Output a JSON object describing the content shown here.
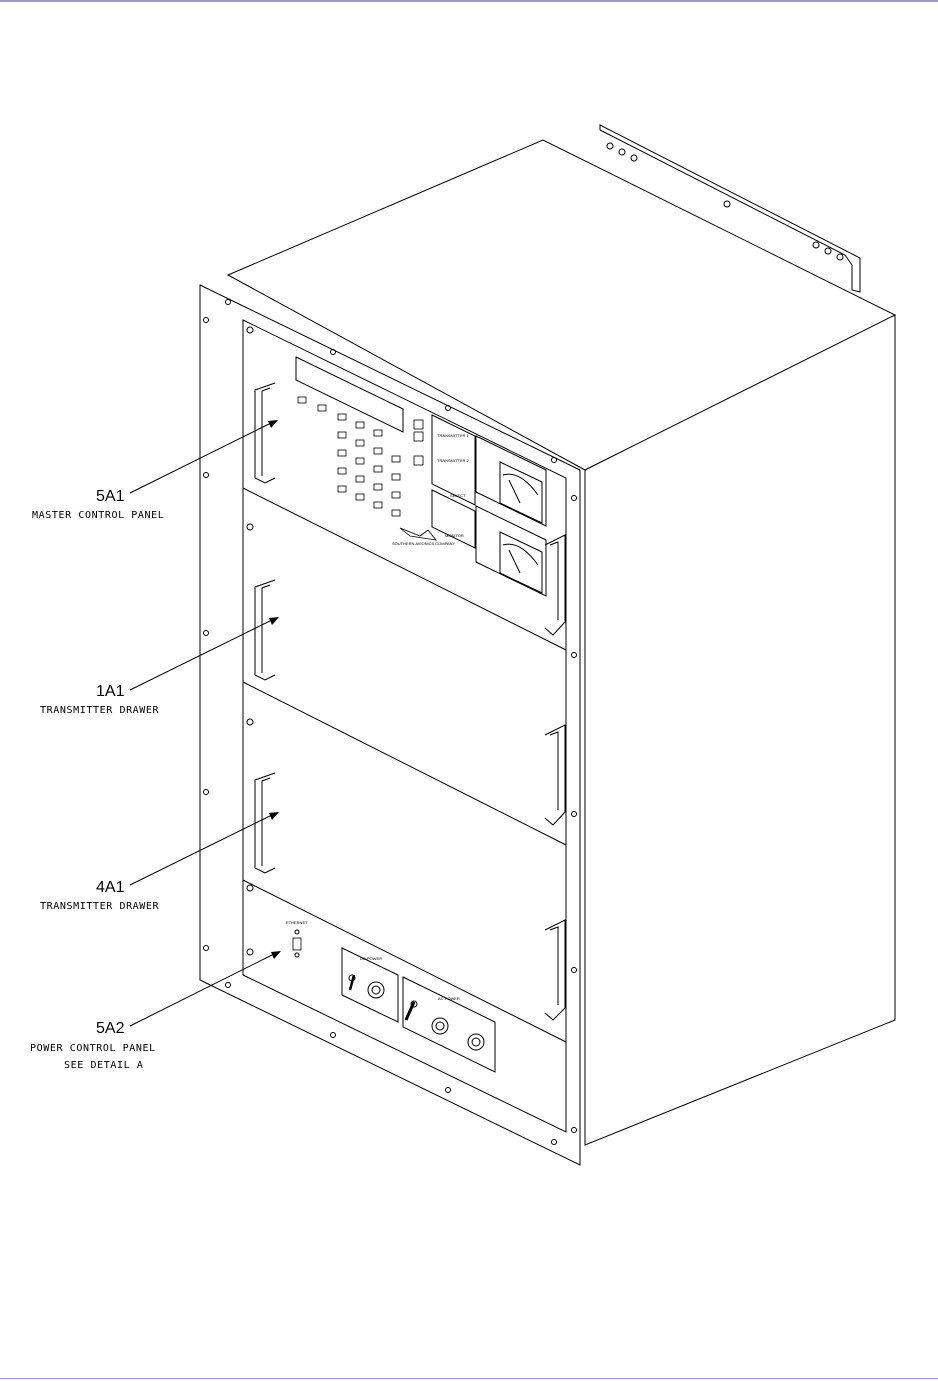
{
  "callouts": [
    {
      "id": "5A1",
      "desc": "MASTER CONTROL PANEL"
    },
    {
      "id": "1A1",
      "desc": "TRANSMITTER DRAWER"
    },
    {
      "id": "4A1",
      "desc": "TRANSMITTER DRAWER"
    },
    {
      "id": "5A2",
      "desc": "POWER CONTROL PANEL",
      "desc2": "SEE DETAIL A"
    }
  ],
  "panel_labels": {
    "transmitter1": "TRANSMITTER 1",
    "transmitter2": "TRANSMITTER 2",
    "select": "SELECT",
    "monitor": "MONITOR",
    "dc_power": "DC POWER",
    "ac_power": "AC POWER",
    "ethernet": "ETHERNET",
    "company": "SOUTHERN AVIONICS COMPANY"
  },
  "colors": {
    "rule": "#9b95d9",
    "line": "#000000"
  }
}
